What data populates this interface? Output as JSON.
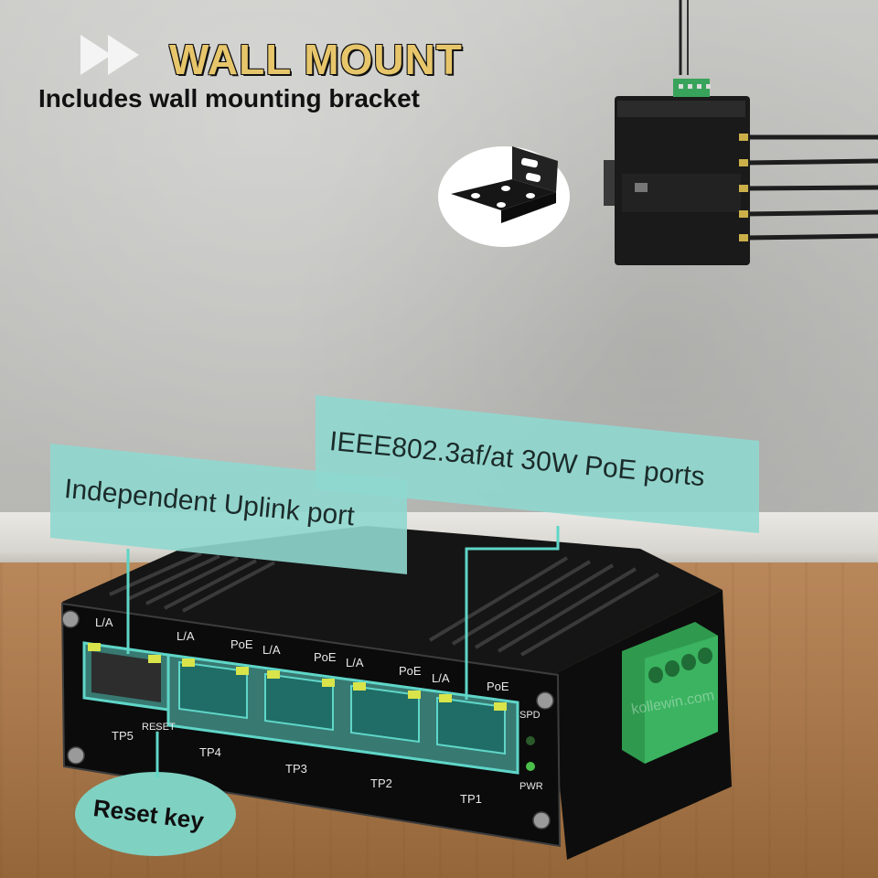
{
  "headline": "WALL MOUNT",
  "subheadline": "Includes wall mounting bracket",
  "callouts": {
    "uplink": "Independent Uplink port",
    "poe": "IEEE802.3af/at 30W PoE ports",
    "reset": "Reset key"
  },
  "device_labels": {
    "la": "L/A",
    "poe": "PoE",
    "reset": "RESET",
    "spd": "SPD",
    "pwr": "PWR",
    "ports": [
      "TP5",
      "TP4",
      "TP3",
      "TP2",
      "TP1"
    ]
  },
  "watermark": "kollewin.com",
  "colors": {
    "callout_fill": "#8fd8cf",
    "port_highlight": "#5fd6c8",
    "headline_gold": "#e7c66b",
    "terminal_green": "#2f9a4e",
    "reset_badge": "#7fd1c2"
  }
}
